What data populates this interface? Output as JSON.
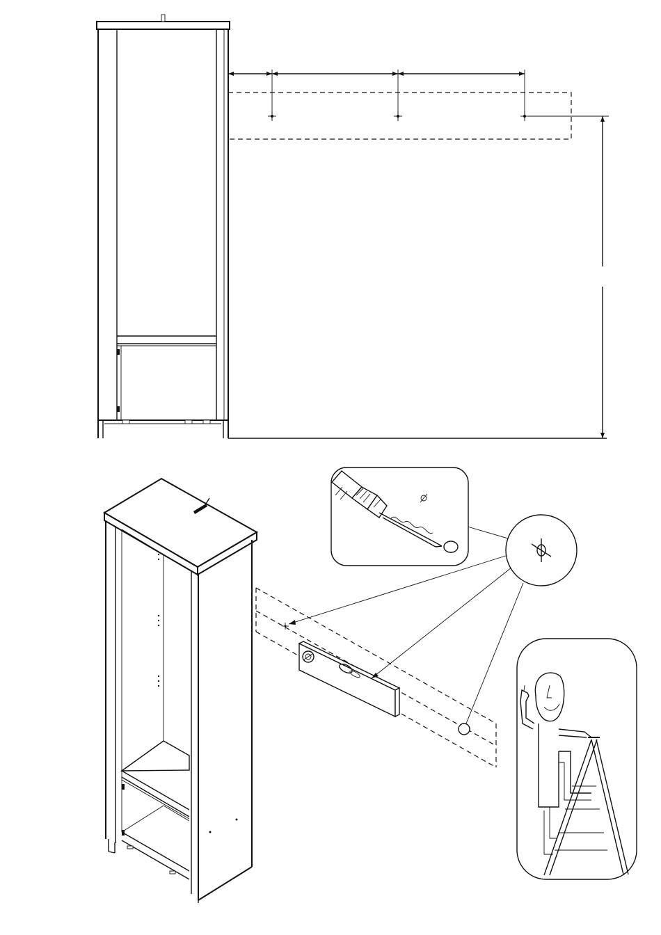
{
  "page": {
    "background": "#ffffff",
    "line_color": "#111111",
    "text_labels": []
  },
  "step_top": {
    "panels": [
      "front-elevation",
      "wall-drilling-template",
      "dimension-lines"
    ],
    "drill_marks": 3
  },
  "step_bottom": {
    "panels": [
      "cabinet-perspective",
      "drill-detail-callout",
      "magnified-hole-circle",
      "spirit-level-on-wall",
      "person-on-ladder-thumbs-up"
    ]
  },
  "icons": {
    "drill": "drill-icon",
    "spirit_level": "spirit-level-icon",
    "person": "person-on-ladder-icon",
    "diameter": "diameter-symbol-icon"
  }
}
